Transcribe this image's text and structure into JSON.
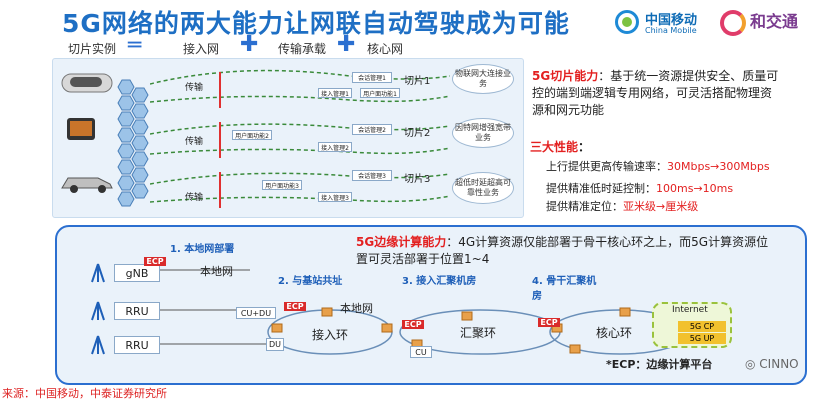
{
  "title": "5G网络的两大能力让网联自动驾驶成为可能",
  "logos": {
    "china_mobile_cn": "中国移动",
    "china_mobile_en": "China Mobile",
    "hejiaotong": "和交通"
  },
  "legend": {
    "slice_instance": "切片实例",
    "access_network": "接入网",
    "transport": "传输承载",
    "core_network": "核心网"
  },
  "slices": [
    {
      "label": "切片1",
      "service": "物联网大连接业务",
      "node": "传输",
      "core_a": "会话管理1",
      "core_b": "接入管理1",
      "core_c": "用户面功能1"
    },
    {
      "label": "切片2",
      "service": "因特网增强宽带业务",
      "node": "传输",
      "core_a": "会话管理2",
      "core_b": "接入管理2",
      "core_c": "用户面功能2"
    },
    {
      "label": "切片3",
      "service": "超低时延超高可靠性业务",
      "node": "传输",
      "core_a": "会话管理3",
      "core_b": "接入管理3",
      "core_c": "用户面功能3"
    }
  ],
  "slice_capability": {
    "heading": "5G切片能力",
    "body": "：基于统一资源提供安全、质量可控的端到端逻辑专用网络，可灵活搭配物理资源和网元功能"
  },
  "three_perf": {
    "heading": "三大性能",
    "colon": "：",
    "rows": [
      {
        "label": "上行提供更高传输速率：",
        "value": "30Mbps→300Mbps"
      },
      {
        "label": "提供精准低时延控制：",
        "value": "100ms→10ms"
      },
      {
        "label": "提供精准定位：",
        "value": "亚米级→厘米级"
      }
    ]
  },
  "edge": {
    "heading": "5G边缘计算能力",
    "body": "：4G计算资源仅能部署于骨干核心环之上，而5G计算资源位置可灵活部署于位置1~4"
  },
  "steps": {
    "s1": "1. 本地网部署",
    "s2": "2. 与基站共址",
    "s3": "3. 接入汇聚机房",
    "s4": "4. 骨干汇聚机房"
  },
  "nodes": {
    "gnb": "gNB",
    "rru1": "RRU",
    "rru2": "RRU",
    "local_net_1": "本地网",
    "local_net_2": "本地网",
    "cu_du": "CU+DU",
    "du": "DU",
    "cu": "CU",
    "ecp": "ECP",
    "access_ring": "接入环",
    "agg_ring": "汇聚环",
    "core_ring": "核心环",
    "internet": "Internet",
    "fg_cp": "5G CP",
    "fg_up": "5G UP"
  },
  "ecp_note": "*ECP：边缘计算平台",
  "source": "来源：中国移动，中泰证券研究所",
  "watermark": "CINNO",
  "colors": {
    "title_blue": "#1e6fc4",
    "accent_red": "#e32020",
    "ecp_red": "#d92a2a",
    "panel_bg": "#eaf2fa"
  }
}
